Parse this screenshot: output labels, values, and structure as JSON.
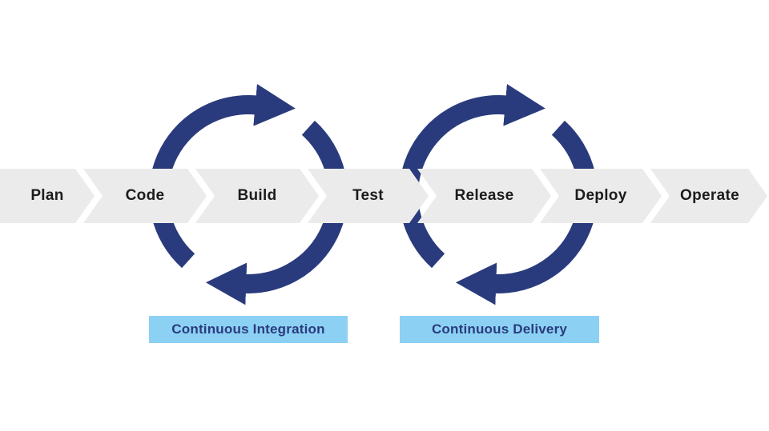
{
  "colors": {
    "navy": "#2a3b7d",
    "sky_blue": "#8cd1f4",
    "band_gray": "#ebebeb",
    "stage_text": "#1c1c1c"
  },
  "pipeline": {
    "stages": [
      {
        "label": "Plan"
      },
      {
        "label": "Code"
      },
      {
        "label": "Build"
      },
      {
        "label": "Test"
      },
      {
        "label": "Release"
      },
      {
        "label": "Deploy"
      },
      {
        "label": "Operate"
      }
    ]
  },
  "loops": {
    "ci": {
      "label": "Continuous Integration",
      "icon": "clockwise-cycle-arrows-icon"
    },
    "cd": {
      "label": "Continuous Delivery",
      "icon": "clockwise-cycle-arrows-icon"
    }
  }
}
